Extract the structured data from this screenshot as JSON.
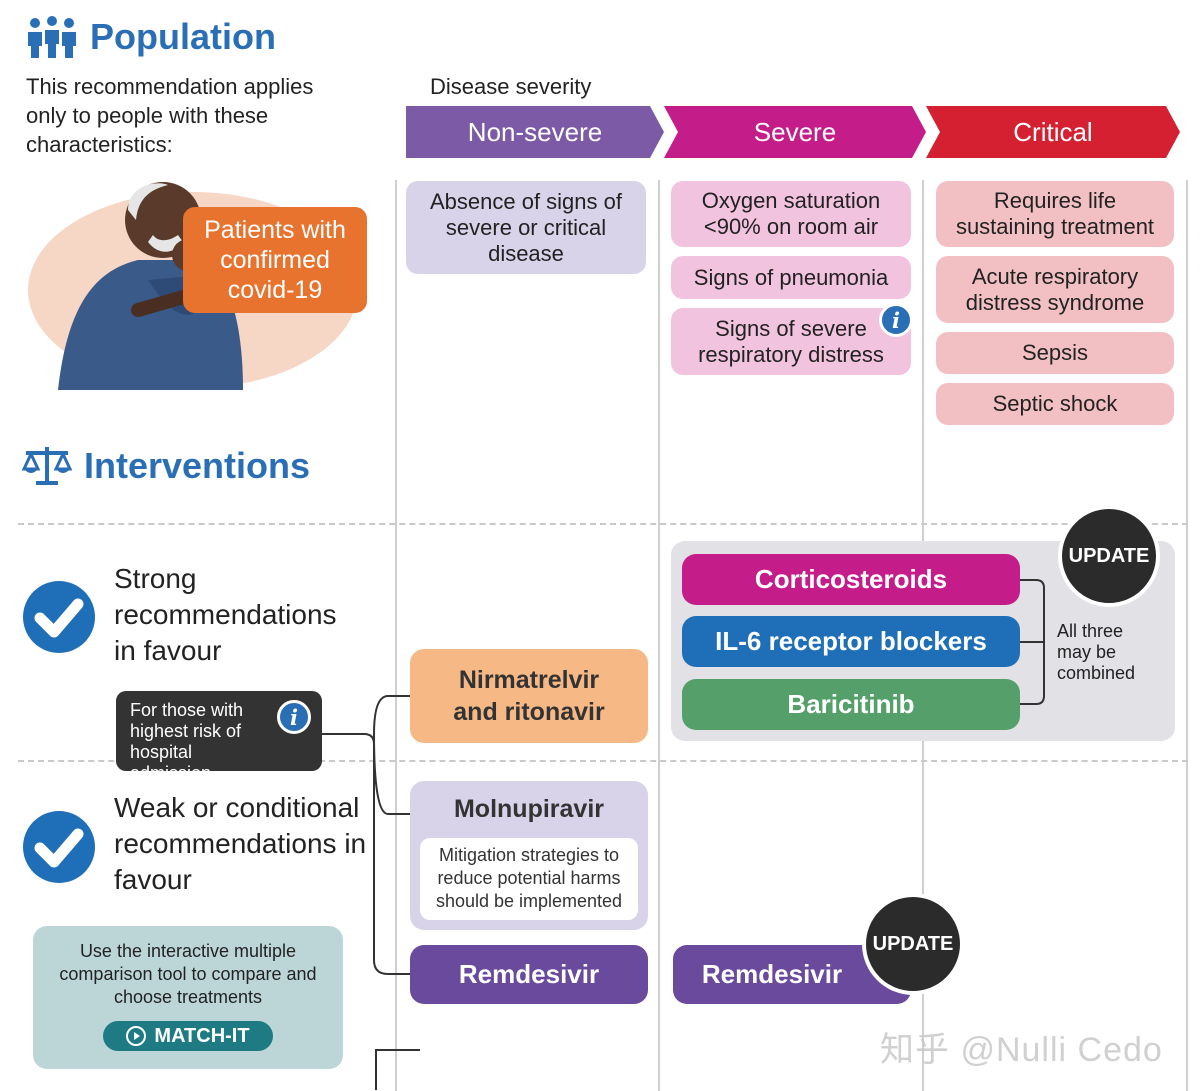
{
  "population": {
    "heading": "Population",
    "intro": "This recommendation applies only to people with these characteristics:",
    "patients_label": "Patients with confirmed covid-19"
  },
  "severity": {
    "label": "Disease severity",
    "levels": [
      {
        "name": "Non-severe",
        "color": "#7c5aa6"
      },
      {
        "name": "Severe",
        "color": "#c41d8a"
      },
      {
        "name": "Critical",
        "color": "#d42030"
      }
    ]
  },
  "criteria": {
    "non_severe": [
      "Absence of signs of severe or critical disease"
    ],
    "severe": [
      "Oxygen saturation <90% on room air",
      "Signs of pneumonia",
      "Signs of severe respiratory distress"
    ],
    "critical": [
      "Requires life sustaining treatment",
      "Acute respiratory distress syndrome",
      "Sepsis",
      "Septic shock"
    ]
  },
  "interventions": {
    "heading": "Interventions",
    "strong_label": "Strong recommendations in favour",
    "weak_label": "Weak or conditional recommendations in favour",
    "high_risk_note": "For those with highest risk of hospital admission",
    "match_it_text": "Use the interactive multiple comparison tool to compare and choose treatments",
    "match_it_button": "MATCH-IT",
    "update_badge": "UPDATE",
    "combined_note": "All three may be combined",
    "drugs": {
      "corticosteroids": {
        "label": "Corticosteroids",
        "color": "#c41d8a"
      },
      "il6": {
        "label": "IL-6 receptor blockers",
        "color": "#1f6fb8"
      },
      "baricitinib": {
        "label": "Baricitinib",
        "color": "#55a06a"
      },
      "nirmatrelvir": {
        "label": "Nirmatrelvir and ritonavir",
        "color": "#f6b884"
      },
      "molnupiravir": {
        "label": "Molnupiravir",
        "note": "Mitigation strategies to reduce potential harms should be implemented",
        "color": "#d9d3ea"
      },
      "remdesivir": {
        "label": "Remdesivir",
        "color": "#6a4a9c"
      }
    }
  },
  "watermark": "知乎 @Nulli Cedo"
}
